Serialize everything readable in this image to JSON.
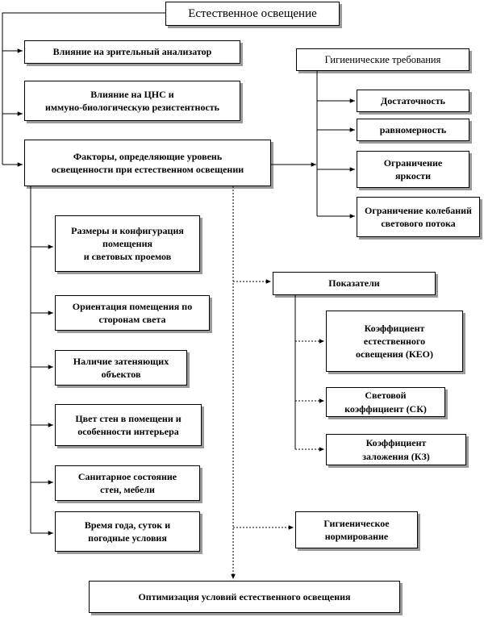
{
  "diagram": {
    "title": "Естественное освещение",
    "effects": [
      "Влияние на зрительный анализатор",
      "Влияние на ЦНС и\nиммуно-биологическую резистентность"
    ],
    "factors_box": "Факторы, определяющие уровень\nосвещенности при естественном освещении",
    "hygiene_requirements": {
      "header": "Гигиенические требования",
      "items": [
        "Достаточность",
        "равномерность",
        "Ограничение\nяркости",
        "Ограничение колебаний\nсветового потока"
      ]
    },
    "factors": [
      "Размеры и конфигурация\nпомещения\nи световых проемов",
      "Ориентация помещения по\nсторонам света",
      "Наличие затеняющих\nобъектов",
      "Цвет стен в помещени и\nособенности интерьера",
      "Санитарное состояние\nстен, мебели",
      "Время года, суток и\nпогодные условия"
    ],
    "indicators": {
      "header": "Показатели",
      "items": [
        "Коэффициент\nестественного\nосвещения (КЕО)",
        "Световой\nкоэффициент  (СК)",
        "Коэффициент\nзаложения (КЗ)"
      ]
    },
    "normalization": "Гигиеническое\nнормирование",
    "optimization": "Оптимизация условий естественного освещения"
  }
}
